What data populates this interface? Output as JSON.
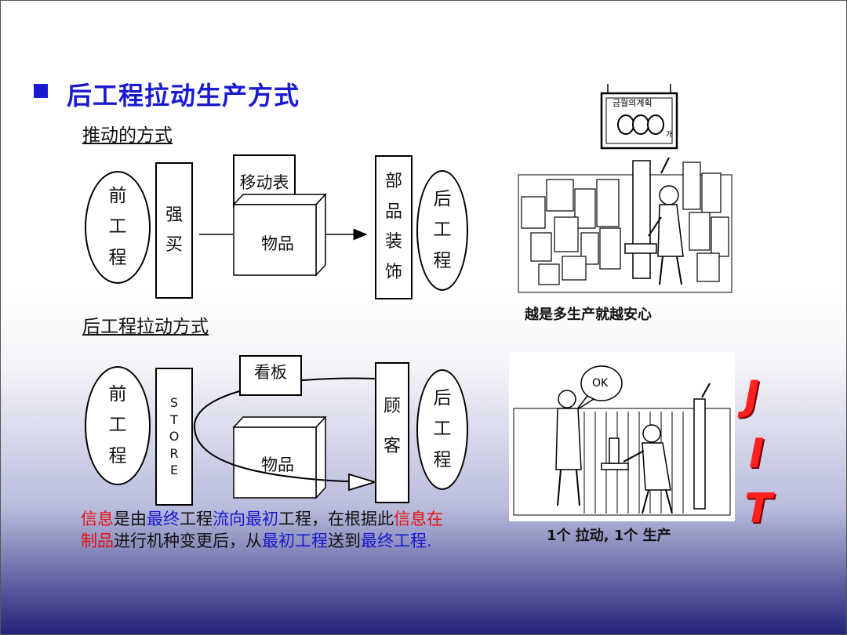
{
  "title": "后工程拉动生产方式",
  "push": {
    "heading": "推动的方式",
    "prev_process": [
      "前",
      "工",
      "程"
    ],
    "force_buy": [
      "强",
      "买"
    ],
    "move_table": "移动表",
    "goods": "物品",
    "parts_deco": [
      "部",
      "品",
      "装",
      "饰"
    ],
    "next_process": [
      "后",
      "工",
      "程"
    ]
  },
  "pull": {
    "heading": "后工程拉动方式",
    "prev_process": [
      "前",
      "工",
      "程"
    ],
    "store": [
      "S",
      "T",
      "O",
      "R",
      "E"
    ],
    "kanban": "看板",
    "goods": "物品",
    "customer": [
      "顾",
      "客"
    ],
    "next_process": [
      "后",
      "工",
      "程"
    ]
  },
  "illustrations": {
    "top_sign": "금월의계획",
    "top_sign_unit": "개",
    "top_caption": "越是多生产就越安心",
    "speech": "OK",
    "bottom_caption": "1个 拉动, 1个 生产"
  },
  "jit": [
    "J",
    "I",
    "T"
  ],
  "note": {
    "p1": "信息",
    "p2": "是由",
    "p3": "最终",
    "p4": "工程",
    "p5": "流向",
    "p6": "最初",
    "p7": "工程，在根据此",
    "p8": "信息在",
    "p9": "制品",
    "p10": "进行机种变更后，从",
    "p11": "最初工程",
    "p12": "送到",
    "p13": "最终工程",
    "p14": "."
  },
  "colors": {
    "title": "#1a1ad0",
    "highlight_red": "#e81010",
    "highlight_blue": "#1a1ad0",
    "jit": "#ff2020"
  }
}
